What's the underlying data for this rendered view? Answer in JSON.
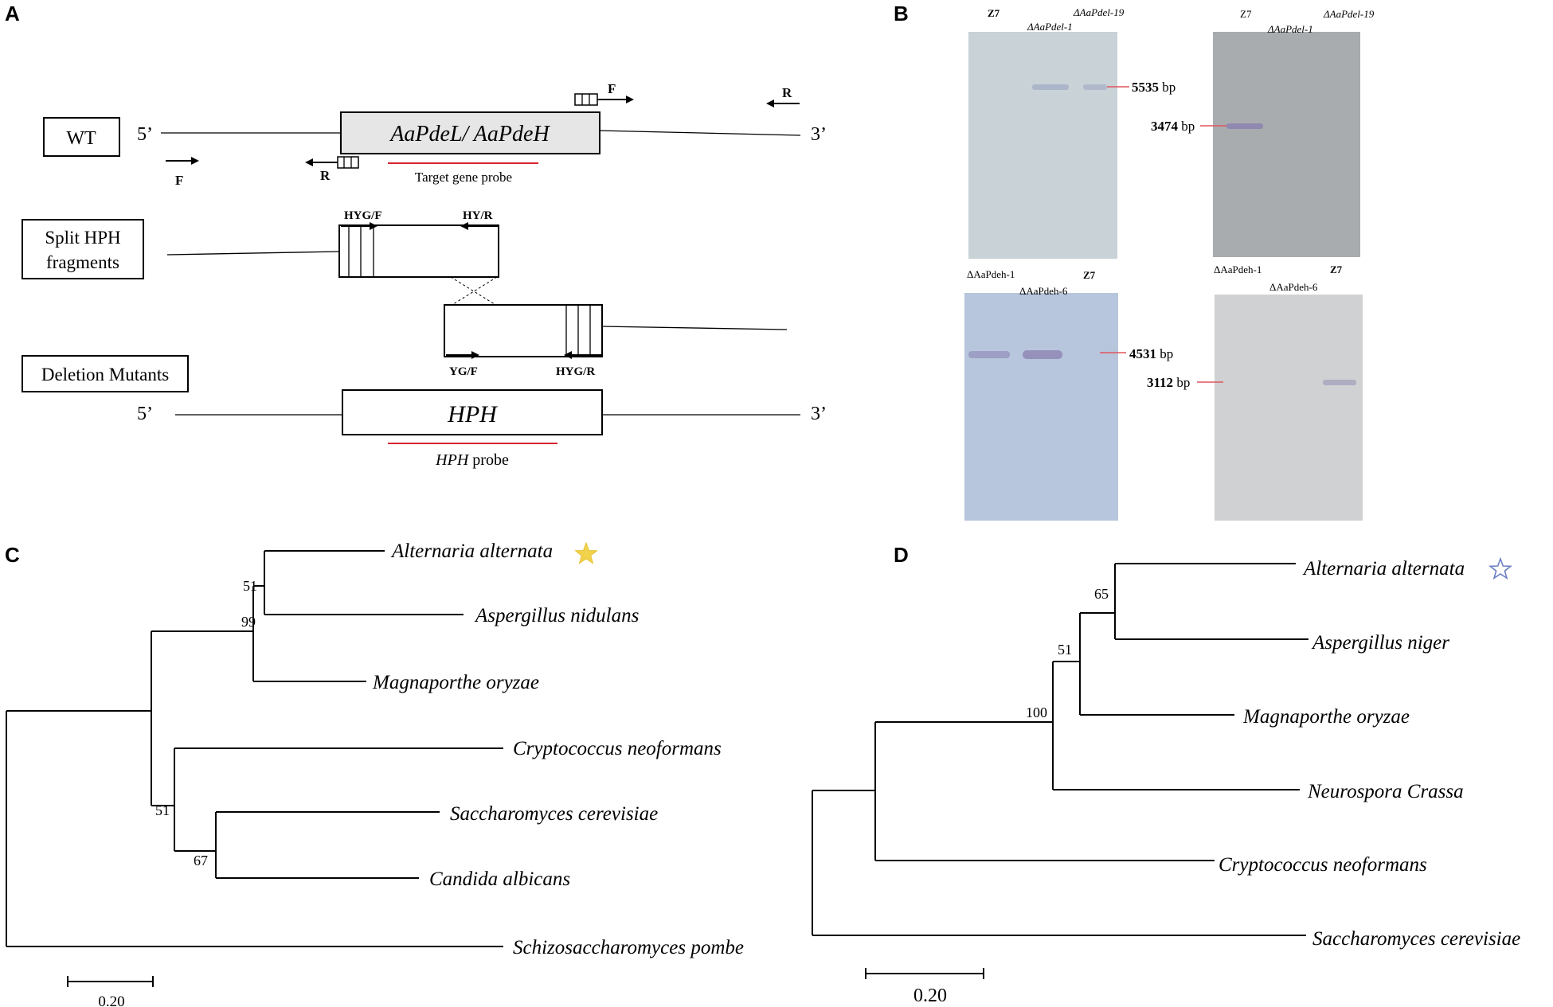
{
  "panels": {
    "A": {
      "letter": "A",
      "wt_label": "WT",
      "five_prime": "5’",
      "three_prime": "3’",
      "gene_box": "AaPdeL/ AaPdeH",
      "primer_F": "F",
      "primer_R": "R",
      "target_probe": "Target gene  probe",
      "split_label_1": "Split HPH",
      "split_label_2": "fragments",
      "hygf": "HYG/F",
      "hyr": "HY/R",
      "ygf": "YG/F",
      "hygr": "HYG/R",
      "deletion_label": "Deletion Mutants",
      "hph_box": "HPH",
      "hph_probe_italic": "HPH",
      "hph_probe_rest": " probe",
      "probe_color": "#d9232e"
    },
    "B": {
      "letter": "B",
      "blot1": {
        "lane1": "Z7",
        "lane2": "ΔAaPdel-1",
        "lane3": "ΔAaPdel-19",
        "size": "5535",
        "unit": "bp"
      },
      "blot2": {
        "lane1": "Z7",
        "lane2": "ΔAaPdel-1",
        "lane3": "ΔAaPdel-19",
        "size": "3474",
        "unit": "bp"
      },
      "blot3": {
        "lane1": "ΔAaPdeh-1",
        "lane2": "ΔAaPdeh-6",
        "lane3": "Z7",
        "size": "4531",
        "unit": "bp"
      },
      "blot4": {
        "lane1": "ΔAaPdeh-1",
        "lane2": "ΔAaPdeh-6",
        "lane3": "Z7",
        "size": "3112",
        "unit": "bp"
      },
      "blot_colors": [
        "#c9d2d6",
        "#a9acae",
        "#b7c6dc",
        "#cfd1d2"
      ],
      "band_color": "#8a7fb0",
      "marker_color": "#e0555f"
    },
    "C": {
      "letter": "C",
      "taxa": [
        "Alternaria alternata",
        "Aspergillus nidulans",
        "Magnaporthe oryzae",
        "Cryptococcus neoformans",
        "Saccharomyces cerevisiae",
        "Candida albicans",
        "Schizosaccharomyces pombe"
      ],
      "bootstraps": [
        "51",
        "99",
        "51",
        "67"
      ],
      "scale_label": "0.20",
      "star_color": "#f2d24b"
    },
    "D": {
      "letter": "D",
      "taxa": [
        "Alternaria alternata",
        "Aspergillus niger",
        "Magnaporthe oryzae",
        "Neurospora Crassa",
        "Cryptococcus neoformans",
        "Saccharomyces cerevisiae"
      ],
      "bootstraps": [
        "65",
        "51",
        "100"
      ],
      "scale_label": "0.20",
      "star_color": "#8da0d8"
    }
  }
}
